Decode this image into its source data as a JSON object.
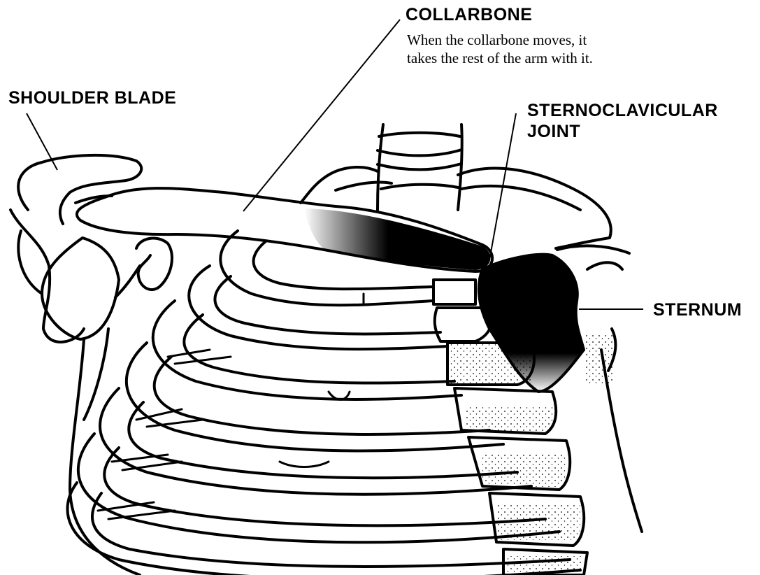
{
  "labels": {
    "collarbone": "COLLARBONE",
    "collarbone_caption_line1": "When the collarbone moves, it",
    "collarbone_caption_line2": "takes the rest of the arm with it.",
    "shoulder_blade": "SHOULDER BLADE",
    "sternoclavicular_line1": "STERNOCLAVICULAR",
    "sternoclavicular_line2": "JOINT",
    "sternum": "STERNUM"
  },
  "colors": {
    "ink": "#000000",
    "paper": "#ffffff"
  }
}
